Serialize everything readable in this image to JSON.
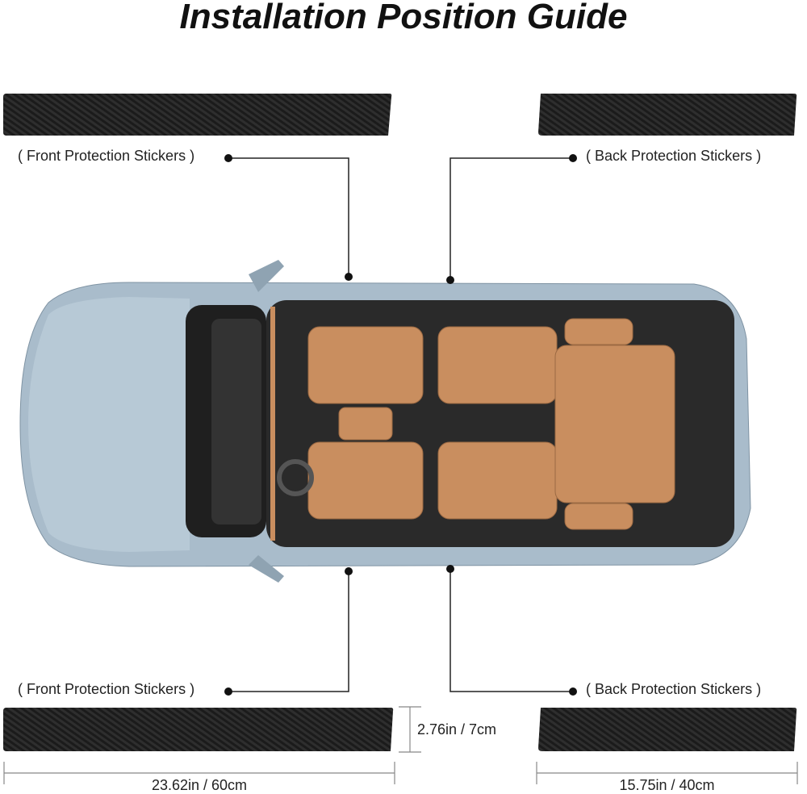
{
  "title": "Installation Position Guide",
  "labels": {
    "front_top": "( Front Protection Stickers )",
    "back_top": "( Back Protection Stickers )",
    "front_bottom": "( Front Protection Stickers )",
    "back_bottom": "( Back Protection Stickers )"
  },
  "dimensions": {
    "height": "2.76in / 7cm",
    "front_length": "23.62in / 60cm",
    "back_length": "15.75in / 40cm"
  },
  "colors": {
    "sticker": "#1c1c1c",
    "car_body": "#a9bccb",
    "seat": "#c98e5f",
    "interior": "#2a2a2a"
  }
}
